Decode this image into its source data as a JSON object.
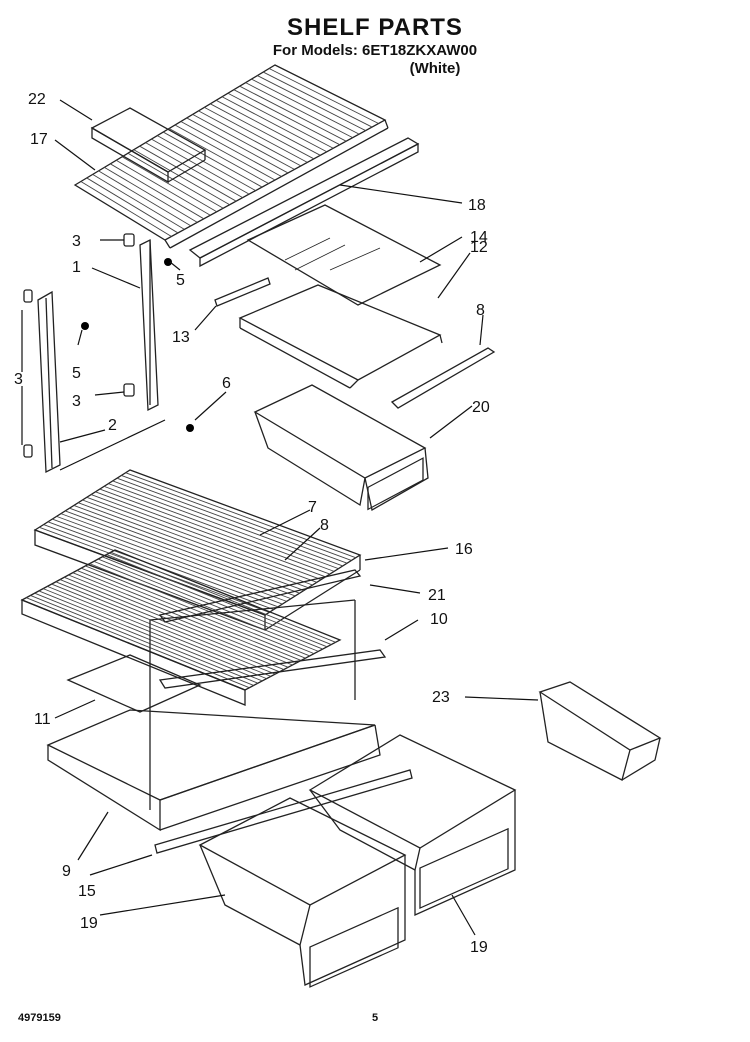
{
  "header": {
    "title": "SHELF PARTS",
    "subtitle": "For Models: 6ET18ZKXAW00",
    "color_note": "(White)"
  },
  "callouts": [
    {
      "id": "c22",
      "label": "22"
    },
    {
      "id": "c17",
      "label": "17"
    },
    {
      "id": "c18",
      "label": "18"
    },
    {
      "id": "c14",
      "label": "14"
    },
    {
      "id": "c3a",
      "label": "3"
    },
    {
      "id": "c1",
      "label": "1"
    },
    {
      "id": "c5a",
      "label": "5"
    },
    {
      "id": "c12",
      "label": "12"
    },
    {
      "id": "c13",
      "label": "13"
    },
    {
      "id": "c8a",
      "label": "8"
    },
    {
      "id": "c3b",
      "label": "3"
    },
    {
      "id": "c5b",
      "label": "5"
    },
    {
      "id": "c3c",
      "label": "3"
    },
    {
      "id": "c6",
      "label": "6"
    },
    {
      "id": "c20",
      "label": "20"
    },
    {
      "id": "c2",
      "label": "2"
    },
    {
      "id": "c7",
      "label": "7"
    },
    {
      "id": "c8b",
      "label": "8"
    },
    {
      "id": "c16",
      "label": "16"
    },
    {
      "id": "c21",
      "label": "21"
    },
    {
      "id": "c10",
      "label": "10"
    },
    {
      "id": "c23",
      "label": "23"
    },
    {
      "id": "c11",
      "label": "11"
    },
    {
      "id": "c9",
      "label": "9"
    },
    {
      "id": "c15",
      "label": "15"
    },
    {
      "id": "c19a",
      "label": "19"
    },
    {
      "id": "c19b",
      "label": "19"
    }
  ],
  "footer": {
    "doc_number": "4979159",
    "page": "5"
  }
}
